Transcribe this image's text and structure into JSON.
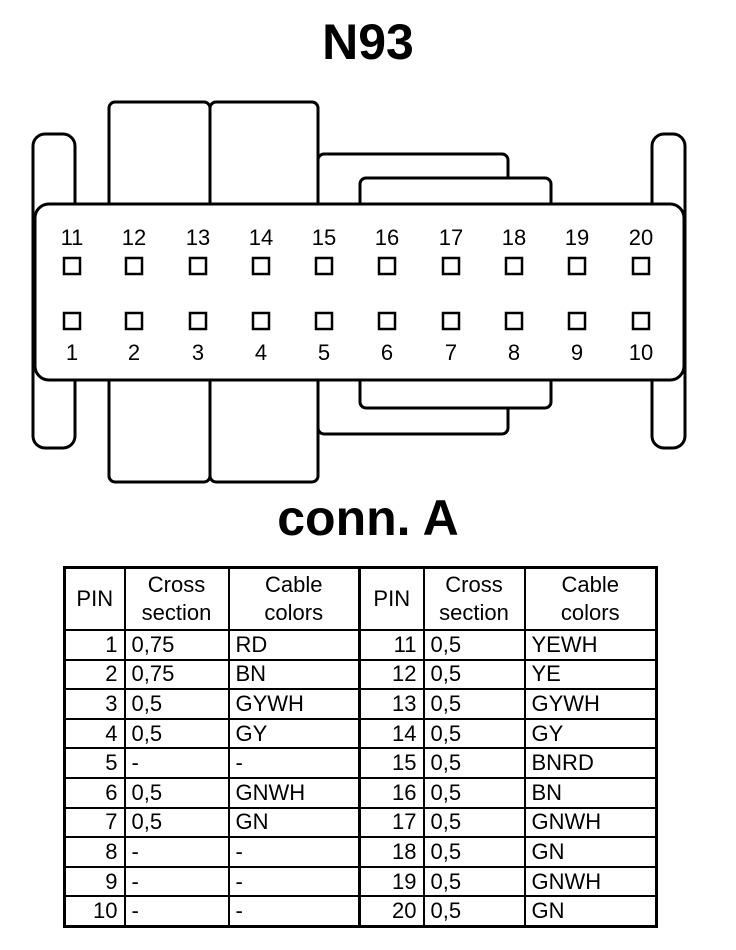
{
  "title": "N93",
  "subtitle": "conn. A",
  "connector": {
    "top_row_pins": [
      "11",
      "12",
      "13",
      "14",
      "15",
      "16",
      "17",
      "18",
      "19",
      "20"
    ],
    "bottom_row_pins": [
      "1",
      "2",
      "3",
      "4",
      "5",
      "6",
      "7",
      "8",
      "9",
      "10"
    ]
  },
  "table": {
    "headers": {
      "pin": "PIN",
      "cross_section": [
        "Cross",
        "section"
      ],
      "cable_colors": [
        "Cable",
        "colors"
      ]
    },
    "rows": [
      {
        "left": {
          "pin": "1",
          "cross": "0,75",
          "color": "RD"
        },
        "right": {
          "pin": "11",
          "cross": "0,5",
          "color": "YEWH"
        }
      },
      {
        "left": {
          "pin": "2",
          "cross": "0,75",
          "color": "BN"
        },
        "right": {
          "pin": "12",
          "cross": "0,5",
          "color": "YE"
        }
      },
      {
        "left": {
          "pin": "3",
          "cross": "0,5",
          "color": "GYWH"
        },
        "right": {
          "pin": "13",
          "cross": "0,5",
          "color": "GYWH"
        }
      },
      {
        "left": {
          "pin": "4",
          "cross": "0,5",
          "color": "GY"
        },
        "right": {
          "pin": "14",
          "cross": "0,5",
          "color": "GY"
        }
      },
      {
        "left": {
          "pin": "5",
          "cross": "-",
          "color": "-"
        },
        "right": {
          "pin": "15",
          "cross": "0,5",
          "color": "BNRD"
        }
      },
      {
        "left": {
          "pin": "6",
          "cross": "0,5",
          "color": "GNWH"
        },
        "right": {
          "pin": "16",
          "cross": "0,5",
          "color": "BN"
        }
      },
      {
        "left": {
          "pin": "7",
          "cross": "0,5",
          "color": "GN"
        },
        "right": {
          "pin": "17",
          "cross": "0,5",
          "color": "GNWH"
        }
      },
      {
        "left": {
          "pin": "8",
          "cross": "-",
          "color": "-"
        },
        "right": {
          "pin": "18",
          "cross": "0,5",
          "color": "GN"
        }
      },
      {
        "left": {
          "pin": "9",
          "cross": "-",
          "color": "-"
        },
        "right": {
          "pin": "19",
          "cross": "0,5",
          "color": "GNWH"
        }
      },
      {
        "left": {
          "pin": "10",
          "cross": "-",
          "color": "-"
        },
        "right": {
          "pin": "20",
          "cross": "0,5",
          "color": "GN"
        }
      }
    ]
  }
}
